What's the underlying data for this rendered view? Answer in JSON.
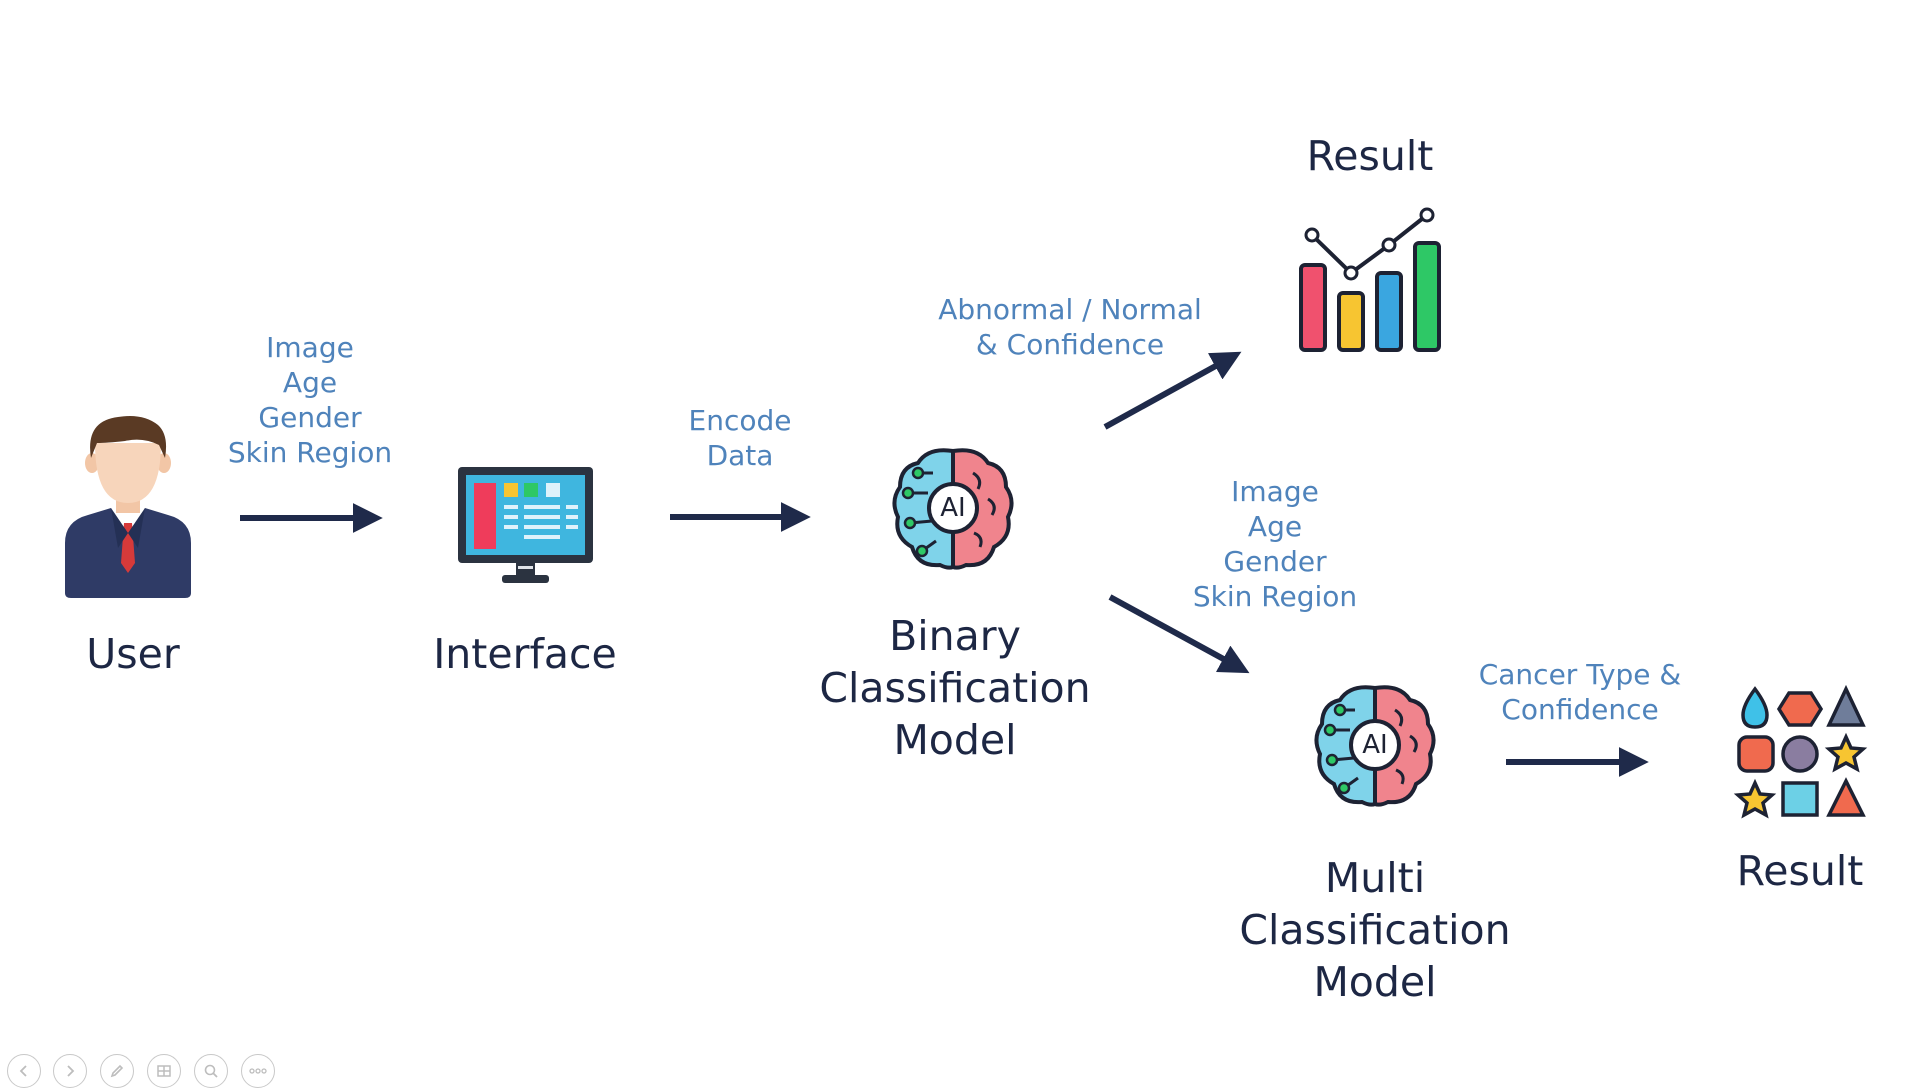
{
  "nodes": {
    "user": {
      "label": "User",
      "icon": "user-icon"
    },
    "interface": {
      "label": "Interface",
      "icon": "monitor-icon"
    },
    "binary_model": {
      "lines": [
        "Binary",
        "Classification",
        "Model"
      ],
      "icon": "ai-brain-icon"
    },
    "result_top": {
      "label": "Result",
      "icon": "bar-chart-icon"
    },
    "multi_model": {
      "lines": [
        "Multi",
        "Classification",
        "Model"
      ],
      "icon": "ai-brain-icon"
    },
    "result_bottom": {
      "label": "Result",
      "icon": "shapes-icon"
    }
  },
  "brain_badge": "AI",
  "edges": {
    "user_to_interface": [
      "Image",
      "Age",
      "Gender",
      "Skin Region"
    ],
    "interface_to_binary": [
      "Encode",
      "Data"
    ],
    "binary_to_result": [
      "Abnormal / Normal",
      "& Confidence"
    ],
    "binary_to_multi": [
      "Image",
      "Age",
      "Gender",
      "Skin Region"
    ],
    "multi_to_result": [
      "Cancer Type &",
      "Confidence"
    ]
  },
  "colors": {
    "text_dark": "#1d2744",
    "edge_label": "#4f83bb",
    "arrow": "#1f2a4a"
  },
  "toolbar": {
    "icons": [
      "prev-icon",
      "next-icon",
      "pen-icon",
      "slides-icon",
      "zoom-icon",
      "more-icon"
    ]
  }
}
